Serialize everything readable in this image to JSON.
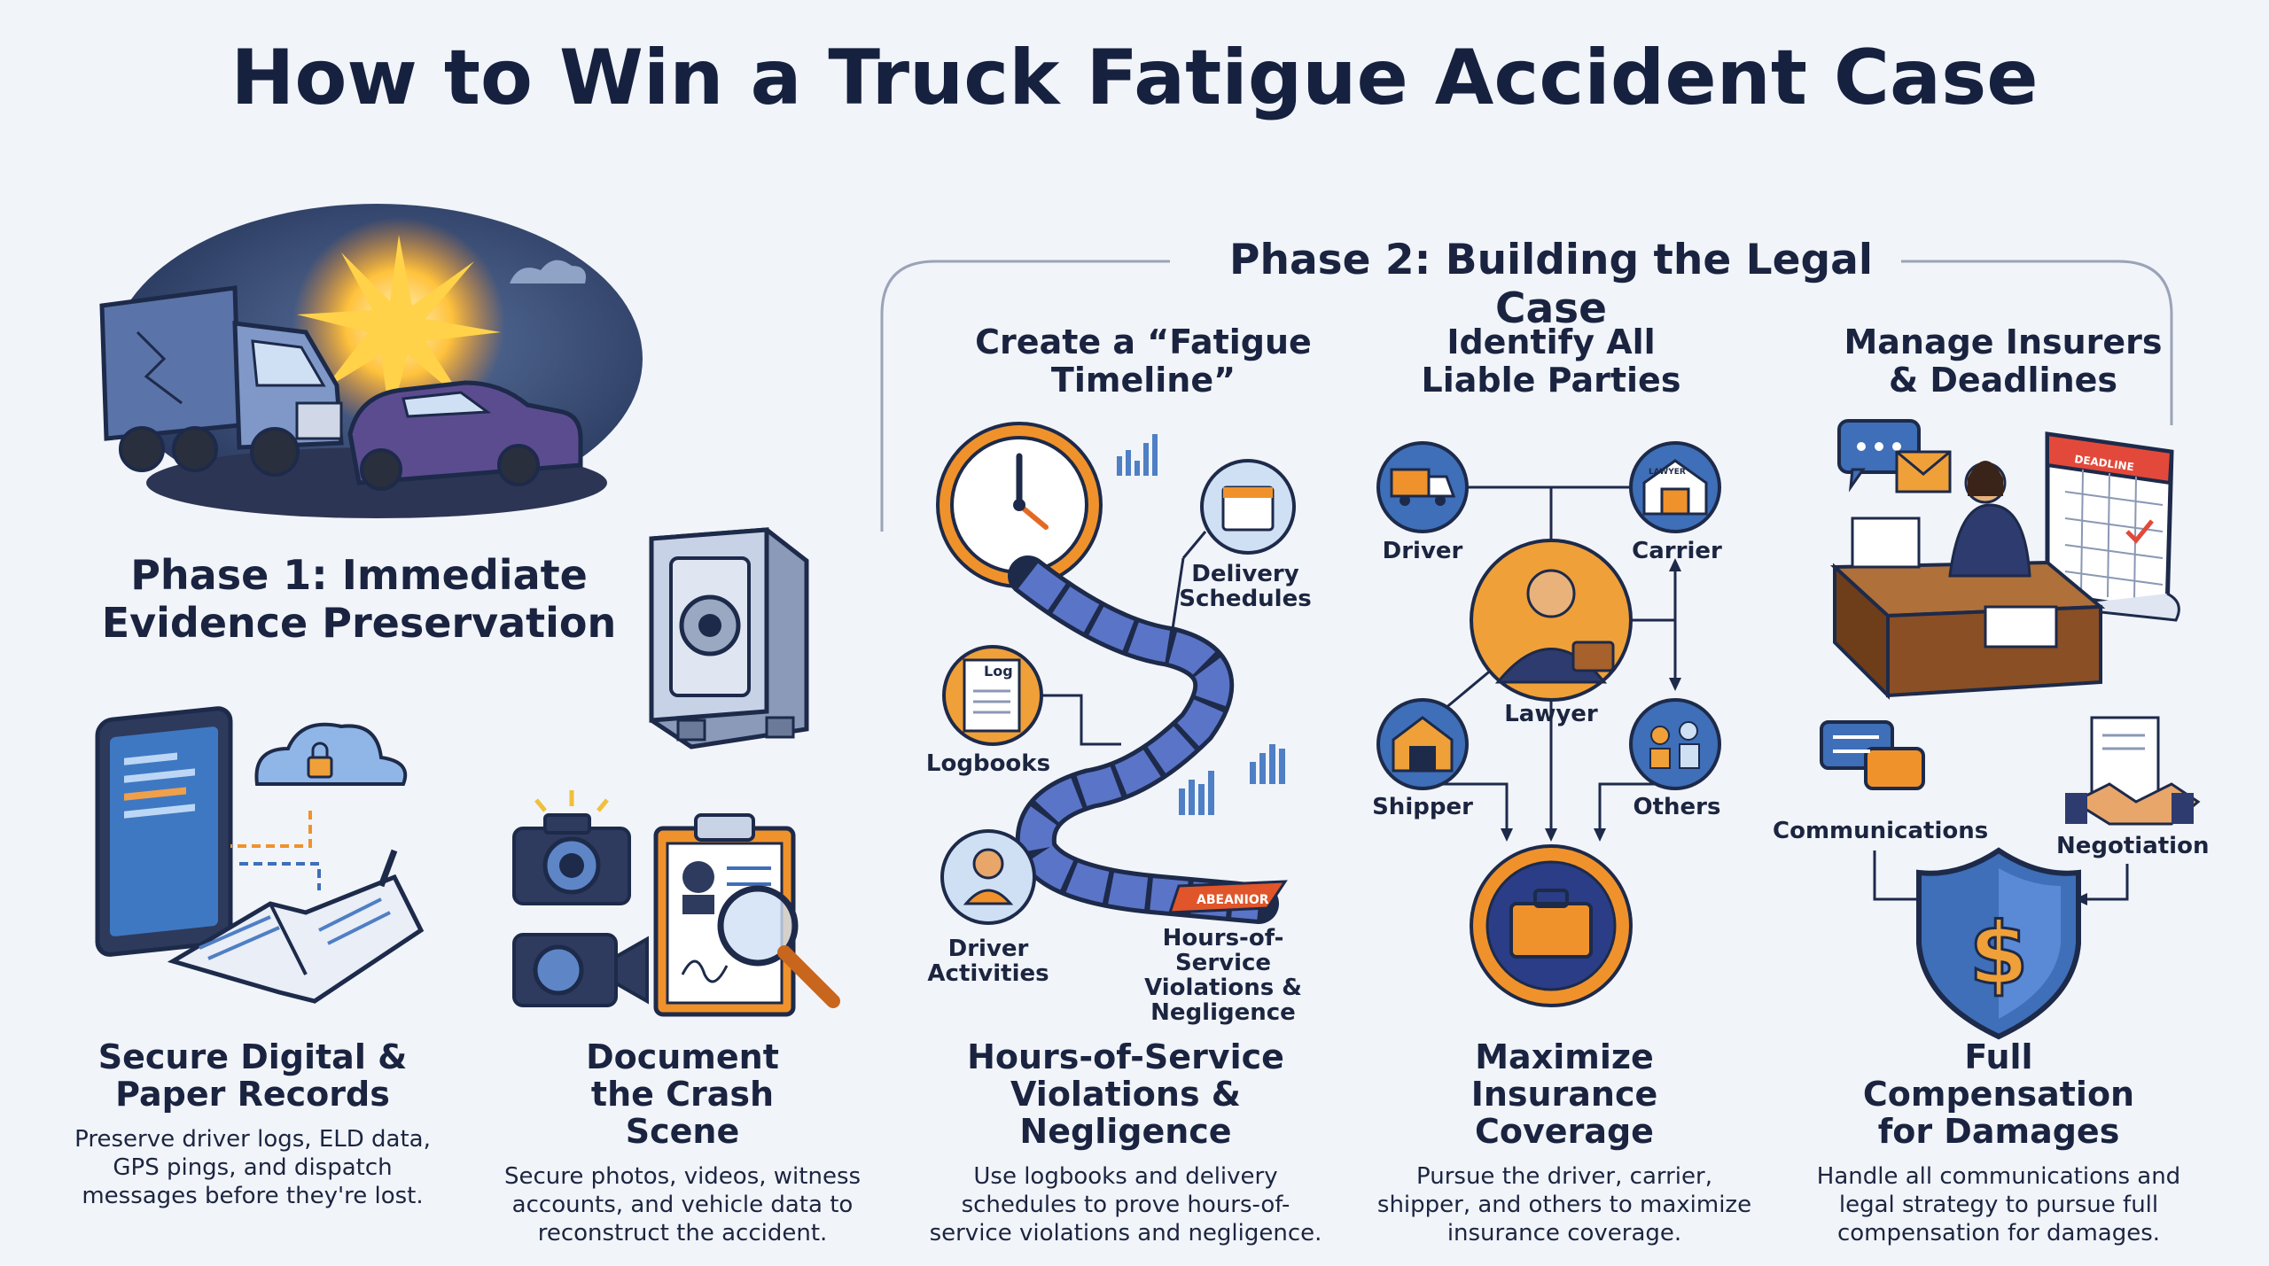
{
  "title": "How to Win a Truck Fatigue Accident Case",
  "phase1": {
    "title": "Phase 1: Immediate Evidence Preservation"
  },
  "phase2": {
    "title": "Phase 2: Building the Legal Case",
    "columns": [
      {
        "heading": "Create a “Fatigue Timeline”"
      },
      {
        "heading": "Identify All Liable Parties"
      },
      {
        "heading": "Manage Insurers & Deadlines"
      }
    ]
  },
  "timeline": {
    "labels": {
      "delivery": "Delivery Schedules",
      "logbooks": "Logbooks",
      "log_icon_text": "Log",
      "driver_activities": "Driver Activities",
      "hos": "Hours-of-Service Violations & Negligence",
      "banner_text": "ABEANIOR"
    }
  },
  "parties": {
    "driver": "Driver",
    "carrier": "Carrier",
    "carrier_sign": "LAWYER",
    "lawyer": "Lawyer",
    "shipper": "Shipper",
    "others": "Others"
  },
  "insurers": {
    "calendar_text": "DEADLINE",
    "communications": "Communications",
    "negotiation": "Negotiation"
  },
  "cards": [
    {
      "heading": "Secure Digital & Paper Records",
      "text": "Preserve driver logs, ELD data, GPS pings, and dispatch messages before they're lost."
    },
    {
      "heading": "Document the Crash Scene",
      "text": "Secure photos, videos, witness accounts, and vehicle data to reconstruct the accident."
    },
    {
      "heading": "Hours-of-Service Violations & Negligence",
      "text": "Use logbooks and delivery schedules to prove hours-of-service violations and negligence."
    },
    {
      "heading": "Maximize Insurance Coverage",
      "text": "Pursue the driver, carrier, shipper, and others to maximize insurance coverage."
    },
    {
      "heading": "Full Compensation for Damages",
      "text": "Handle all communications and legal strategy to pursue full compensation for damages."
    }
  ],
  "colors": {
    "navy": "#1a2440",
    "orange": "#f0922b",
    "blue": "#3e6fb8",
    "purple": "#5a56a8",
    "background": "#f1f4f9"
  }
}
